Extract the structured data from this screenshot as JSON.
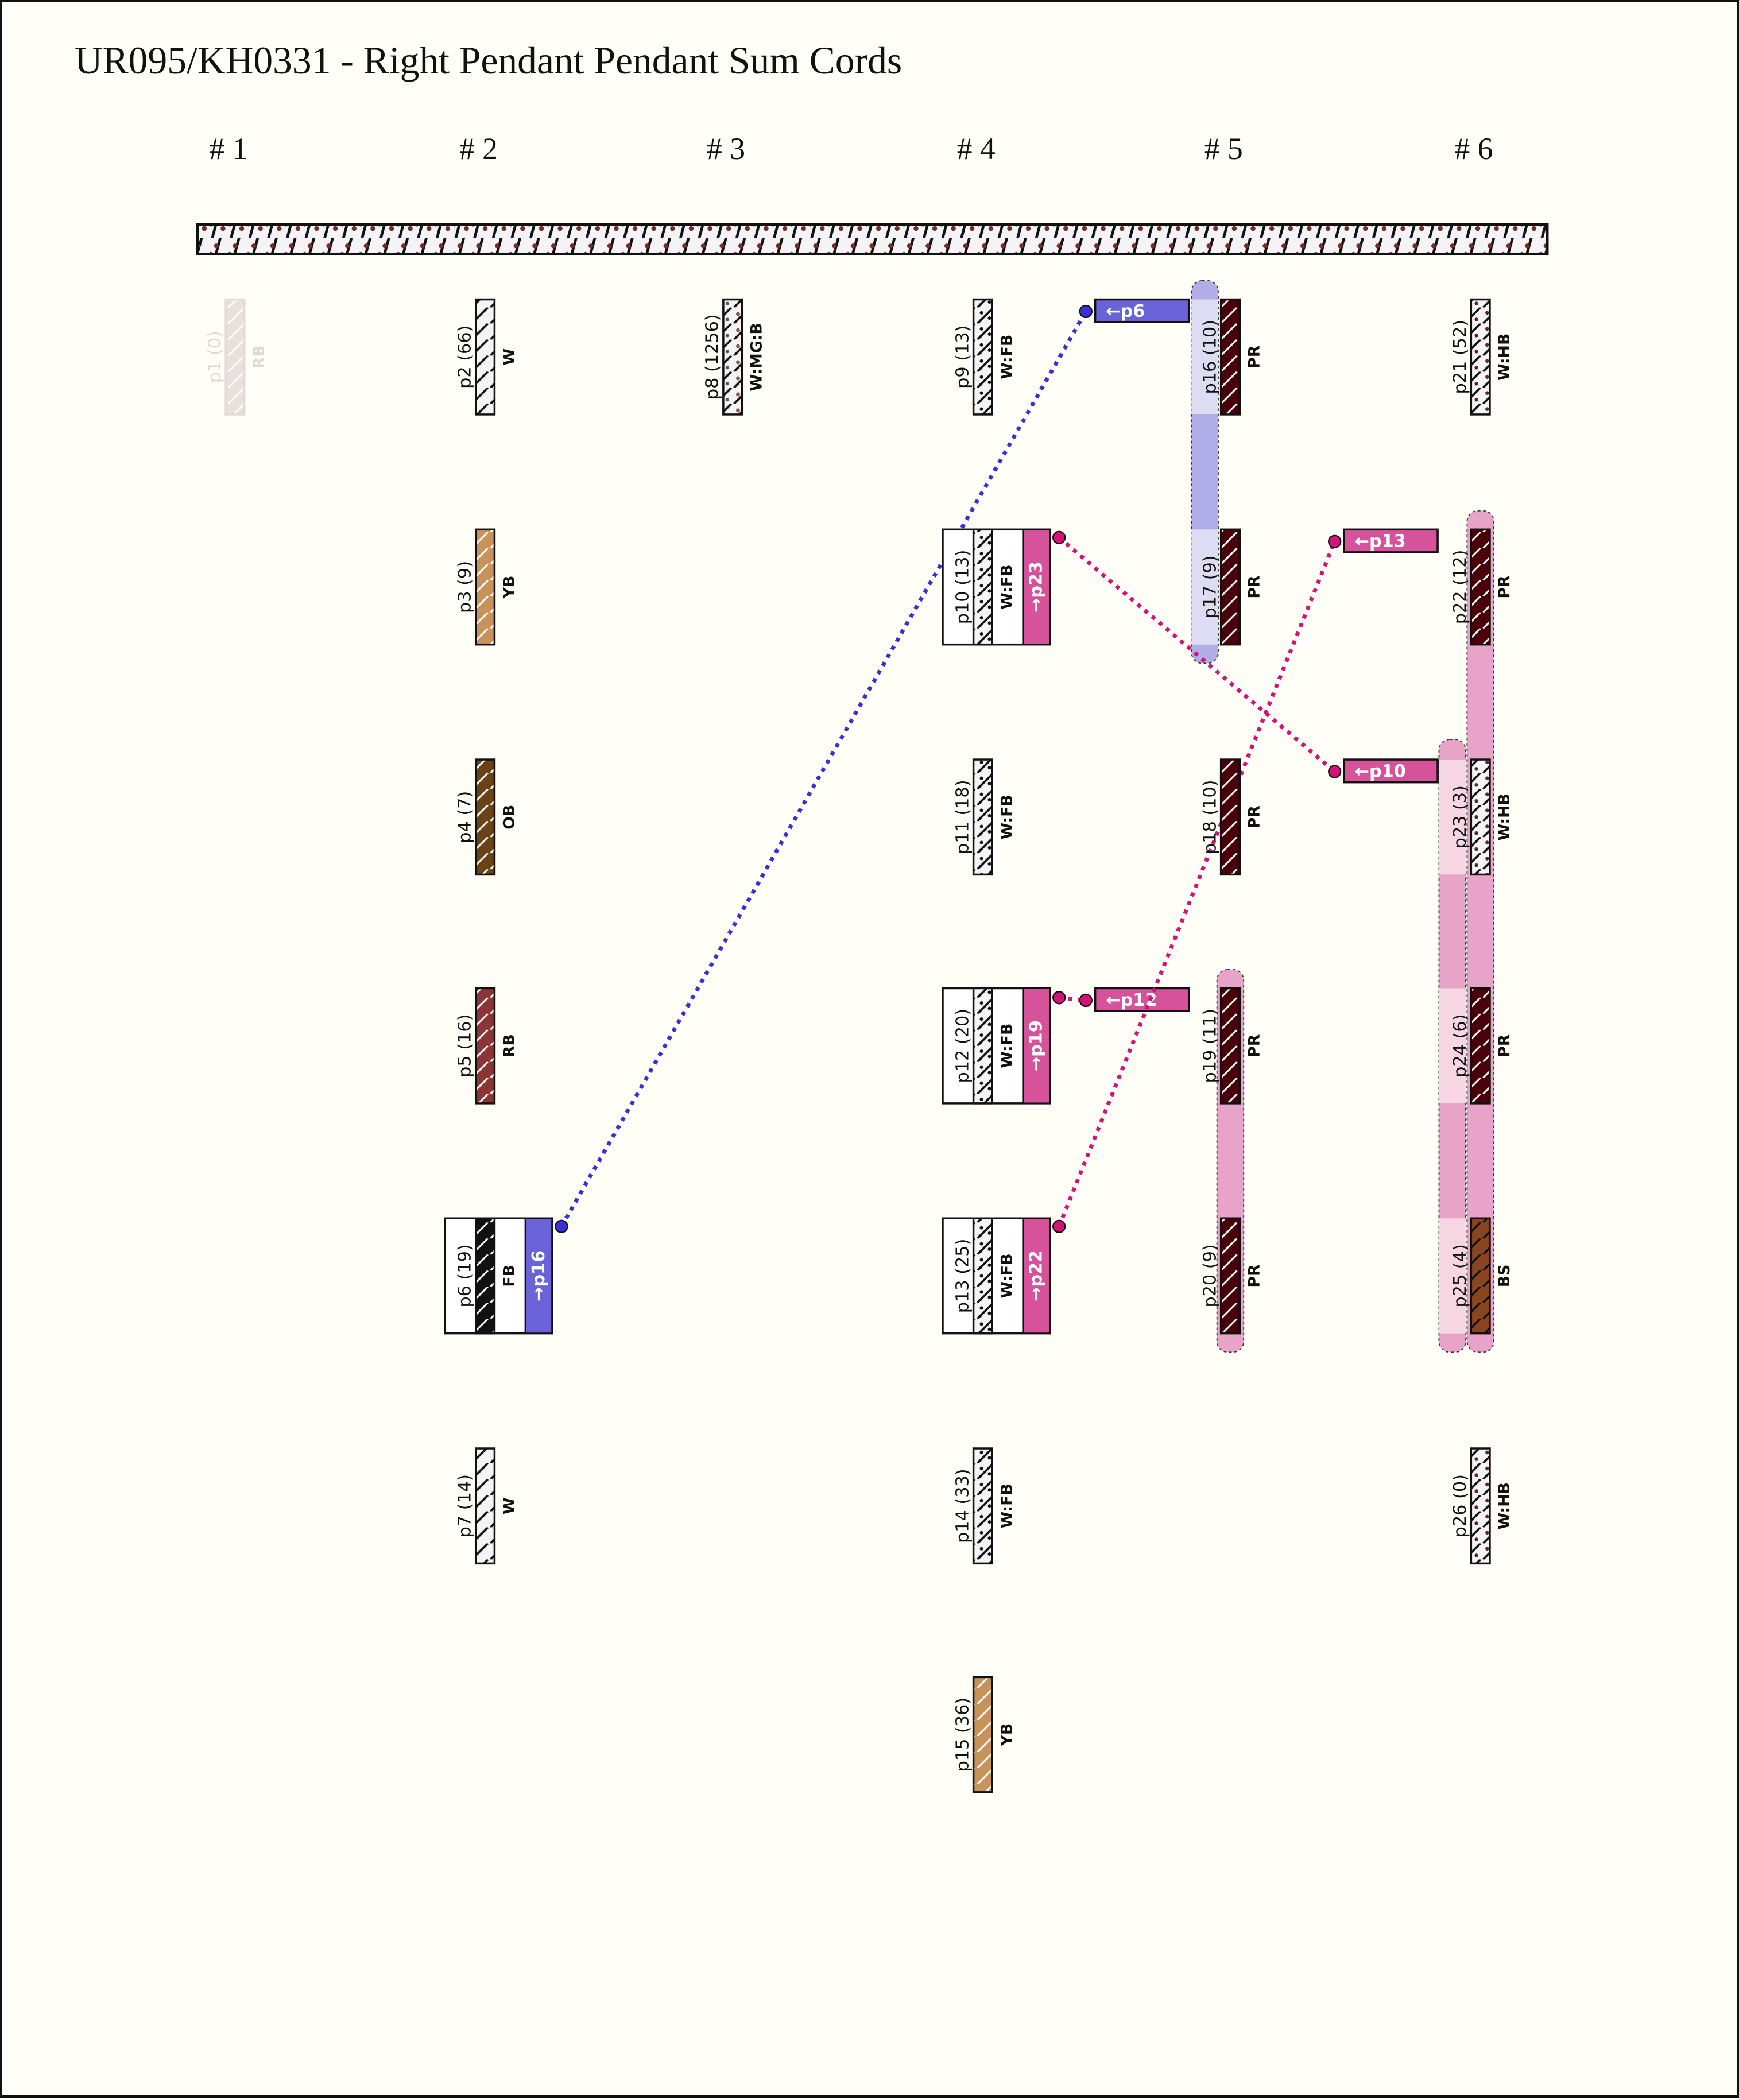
{
  "title": "UR095/KH0331 - Right Pendant Pendant Sum Cords",
  "groups": [
    "# 1",
    "# 2",
    "# 3",
    "# 4",
    "# 5",
    "# 6"
  ],
  "primary_cord": {
    "color_code": "W:HB",
    "pattern": "stripes-with-dots"
  },
  "colors": {
    "blue_link": "#3b2fd8",
    "blue_tag": "#6a62d8",
    "blue_band": "#b1ade6",
    "blue_band_light": "#dedcf2",
    "pink_link": "#d4137a",
    "pink_tag": "#d6529a",
    "pink_band": "#e8a3c8",
    "pink_band_light": "#f7d6e4"
  },
  "cords": [
    {
      "id": "p1",
      "label": "p1 (0)",
      "code": "RB",
      "group": 1,
      "row": 0,
      "muted": true
    },
    {
      "id": "p2",
      "label": "p2 (66)",
      "code": "W",
      "group": 2,
      "row": 0
    },
    {
      "id": "p3",
      "label": "p3 (9)",
      "code": "YB",
      "group": 2,
      "row": 1
    },
    {
      "id": "p4",
      "label": "p4 (7)",
      "code": "OB",
      "group": 2,
      "row": 2
    },
    {
      "id": "p5",
      "label": "p5 (16)",
      "code": "RB",
      "group": 2,
      "row": 3
    },
    {
      "id": "p6",
      "label": "p6 (19)",
      "code": "FB",
      "group": 2,
      "row": 4,
      "sum_tag": "→p16",
      "tag_color": "blue"
    },
    {
      "id": "p7",
      "label": "p7 (14)",
      "code": "W",
      "group": 2,
      "row": 5
    },
    {
      "id": "p8",
      "label": "p8 (1256)",
      "code": "W:MG:B",
      "group": 3,
      "row": 0
    },
    {
      "id": "p9",
      "label": "p9 (13)",
      "code": "W:FB",
      "group": 4,
      "row": 0
    },
    {
      "id": "p10",
      "label": "p10 (13)",
      "code": "W:FB",
      "group": 4,
      "row": 1,
      "sum_tag": "→p23",
      "tag_color": "pink"
    },
    {
      "id": "p11",
      "label": "p11 (18)",
      "code": "W:FB",
      "group": 4,
      "row": 2
    },
    {
      "id": "p12",
      "label": "p12 (20)",
      "code": "W:FB",
      "group": 4,
      "row": 3,
      "sum_tag": "→p19",
      "tag_color": "pink"
    },
    {
      "id": "p13",
      "label": "p13 (25)",
      "code": "W:FB",
      "group": 4,
      "row": 4,
      "sum_tag": "→p22",
      "tag_color": "pink"
    },
    {
      "id": "p14",
      "label": "p14 (33)",
      "code": "W:FB",
      "group": 4,
      "row": 5
    },
    {
      "id": "p15",
      "label": "p15 (36)",
      "code": "YB",
      "group": 4,
      "row": 6
    },
    {
      "id": "p16",
      "label": "p16 (10)",
      "code": "PR",
      "group": 5,
      "row": 0
    },
    {
      "id": "p17",
      "label": "p17 (9)",
      "code": "PR",
      "group": 5,
      "row": 1
    },
    {
      "id": "p18",
      "label": "p18 (10)",
      "code": "PR",
      "group": 5,
      "row": 2
    },
    {
      "id": "p19",
      "label": "p19 (11)",
      "code": "PR",
      "group": 5,
      "row": 3
    },
    {
      "id": "p20",
      "label": "p20 (9)",
      "code": "PR",
      "group": 5,
      "row": 4
    },
    {
      "id": "p21",
      "label": "p21 (52)",
      "code": "W:HB",
      "group": 6,
      "row": 0
    },
    {
      "id": "p22",
      "label": "p22 (12)",
      "code": "PR",
      "group": 6,
      "row": 1
    },
    {
      "id": "p23",
      "label": "p23 (3)",
      "code": "W:HB",
      "group": 6,
      "row": 2
    },
    {
      "id": "p24",
      "label": "p24 (6)",
      "code": "PR",
      "group": 6,
      "row": 3
    },
    {
      "id": "p25",
      "label": "p25 (4)",
      "code": "BS",
      "group": 6,
      "row": 4
    },
    {
      "id": "p26",
      "label": "p26 (0)",
      "code": "W:HB",
      "group": 6,
      "row": 5
    }
  ],
  "sum_links": [
    {
      "from": "p6",
      "to": "p16",
      "tag": "←p6",
      "color": "blue"
    },
    {
      "from": "p10",
      "to": "p23",
      "tag": "←p10",
      "color": "pink"
    },
    {
      "from": "p12",
      "to": "p19",
      "tag": "←p12",
      "color": "pink"
    },
    {
      "from": "p13",
      "to": "p22",
      "tag": "←p13",
      "color": "pink"
    }
  ]
}
